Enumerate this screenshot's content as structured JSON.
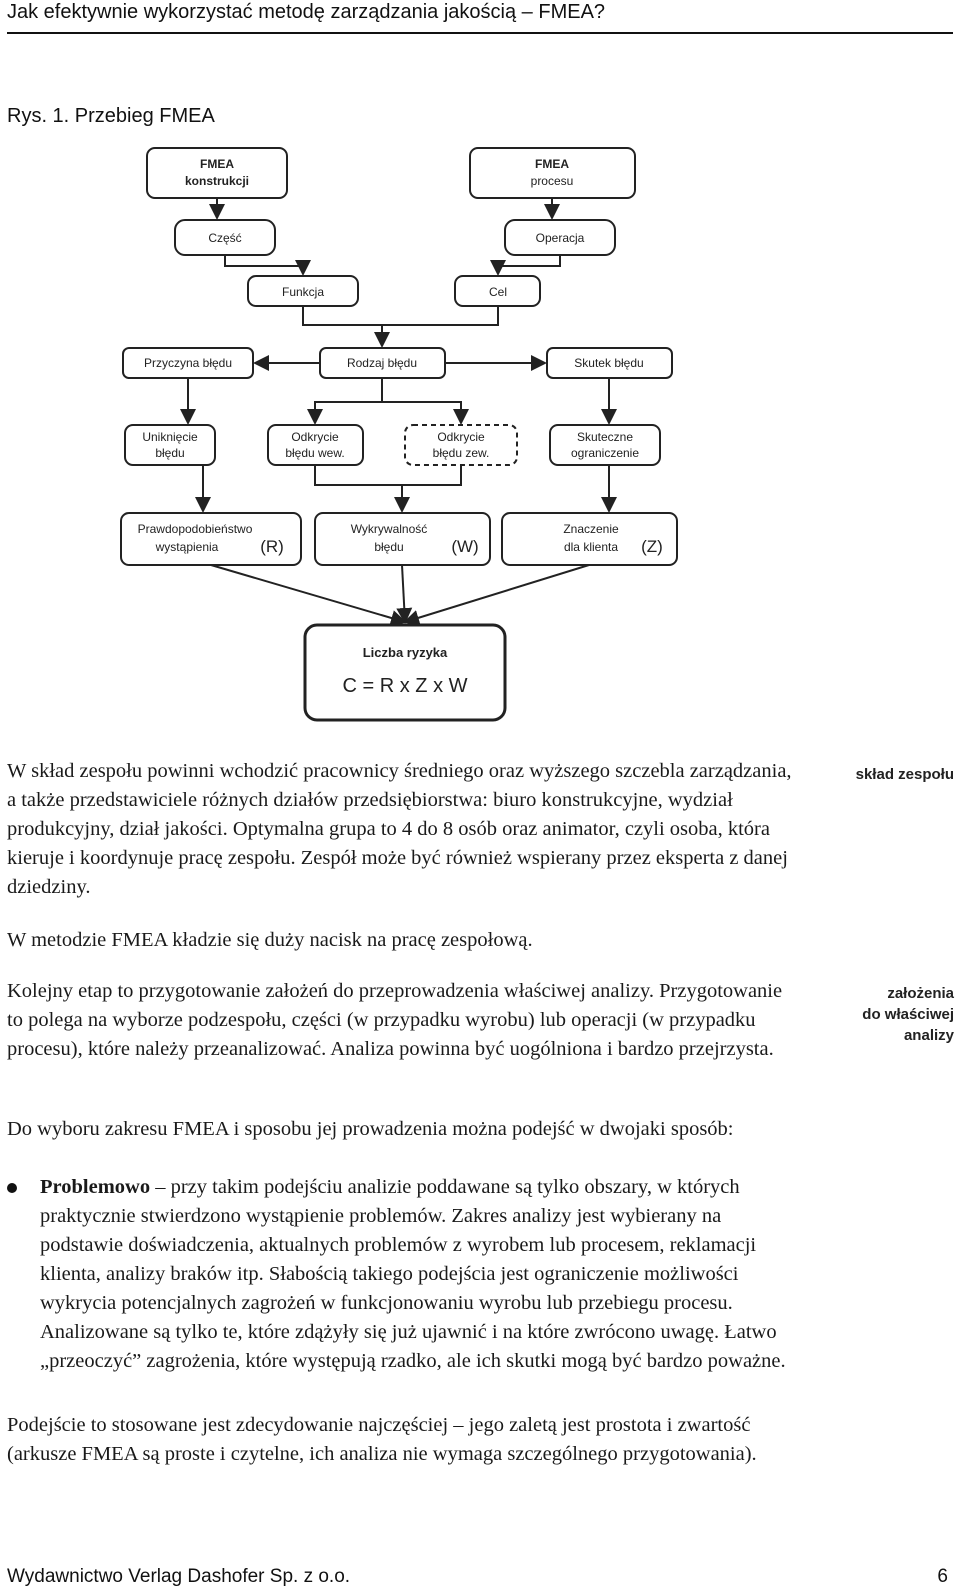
{
  "header": {
    "title": "Jak efektywnie wykorzystać metodę zarządzania jakością – FMEA?"
  },
  "figure": {
    "caption": "Rys. 1. Przebieg FMEA",
    "nodes": {
      "fmea_konstrukcji": [
        "FMEA",
        "konstrukcji"
      ],
      "fmea_procesu": [
        "FMEA",
        "procesu"
      ],
      "czesc": "Część",
      "operacja": "Operacja",
      "funkcja": "Funkcja",
      "cel": "Cel",
      "przyczyna": "Przyczyna błędu",
      "rodzaj": "Rodzaj błędu",
      "skutek": "Skutek błędu",
      "unikniecie": [
        "Uniknięcie",
        "błędu"
      ],
      "odkrycie_wew": [
        "Odkrycie",
        "błędu wew."
      ],
      "odkrycie_zew": [
        "Odkrycie",
        "błędu zew."
      ],
      "skuteczne": [
        "Skuteczne",
        "ograniczenie"
      ],
      "prawdopodobienstwo": [
        "Prawdopodobieństwo",
        "wystąpienia"
      ],
      "prawdopodobienstwo_tag": "(R)",
      "wykrywalnosc": [
        "Wykrywalność",
        "błędu"
      ],
      "wykrywalnosc_tag": "(W)",
      "znaczenie": [
        "Znaczenie",
        "dla klienta"
      ],
      "znaczenie_tag": "(Z)",
      "liczba_ryzyka": "Liczba ryzyka",
      "formula": "C = R x Z x W"
    }
  },
  "sections": {
    "sklad_paragraph": "W skład zespołu powinni wchodzić pracownicy średniego oraz wyższego szczebla zarządzania, a także przedstawiciele różnych działów przedsiębiorstwa: biuro konstrukcyjne, wydział produkcyjny, dział jakości. Optymalna grupa to 4 do 8 osób oraz animator, czyli osoba, która kieruje i koordynuje pracę zespołu. Zespół może być również wspierany przez eksperta z danej dziedziny.",
    "sklad_note": "skład zespołu",
    "nacisk_paragraph": "W metodzie FMEA kładzie się duży nacisk na pracę zespołową.",
    "zalozenia_paragraph": "Kolejny etap to przygotowanie założeń do przeprowadzenia właściwej analizy. Przygotowanie to polega na wyborze podzespołu, części (w przypadku wyrobu) lub operacji (w przypadku procesu), które należy przeanalizować. Analiza powinna być uogólniona i bardzo przejrzysta.",
    "zalozenia_note": [
      "założenia",
      "do właściwej",
      "analizy"
    ],
    "wybor_intro": "Do wyboru zakresu FMEA i sposobu jej prowadzenia można podejść w dwojaki sposób:",
    "bullet_term": "Problemowo",
    "bullet_text": " – przy takim podejściu analizie poddawane są tylko obszary, w których praktycznie stwierdzono wystąpienie problemów. Zakres analizy jest wybierany na podstawie doświadczenia, aktualnych problemów z wyrobem lub procesem, reklamacji klienta, analizy braków itp. Słabością takiego podejścia jest ograniczenie możliwości wykrycia potencjalnych zagrożeń w funkcjonowaniu wyrobu lub przebiegu procesu. Analizowane są tylko te, które zdążyły się już ujawnić i na które zwrócono uwagę. Łatwo „przeoczyć” zagrożenia, które występują rzadko, ale ich skutki mogą być bardzo poważne.",
    "podejscie_paragraph": "Podejście to stosowane jest zdecydowanie najczęściej – jego zaletą jest prostota i zwartość (arkusze FMEA są proste i czytelne, ich analiza nie wymaga szczególnego przygotowania)."
  },
  "footer": {
    "publisher": "Wydawnictwo Verlag Dashofer Sp. z o.o.",
    "page_number": "6"
  }
}
